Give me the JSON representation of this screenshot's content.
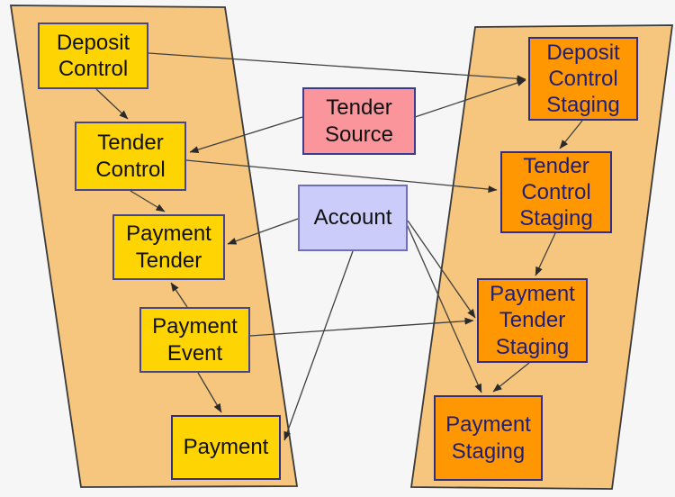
{
  "diagram": {
    "background": "#f6f6f6",
    "edge_color": "#3f3f3f",
    "arrowhead_color": "#2a2a2a",
    "groups": [
      {
        "id": "left-trapezoid",
        "fill": "#f6c67e",
        "border": "#3a3a3a"
      },
      {
        "id": "right-trapezoid",
        "fill": "#f6c67e",
        "border": "#3a3a3a"
      }
    ],
    "nodes": [
      {
        "id": "deposit-control",
        "label": "Deposit\nControl",
        "fill": "#ffd403",
        "border": "#45458c",
        "text_color": "#111111"
      },
      {
        "id": "tender-control",
        "label": "Tender\nControl",
        "fill": "#ffd403",
        "border": "#45458c",
        "text_color": "#111111"
      },
      {
        "id": "payment-tender",
        "label": "Payment\nTender",
        "fill": "#ffd403",
        "border": "#45458c",
        "text_color": "#111111"
      },
      {
        "id": "payment-event",
        "label": "Payment\nEvent",
        "fill": "#ffd403",
        "border": "#45458c",
        "text_color": "#111111"
      },
      {
        "id": "payment",
        "label": "Payment",
        "fill": "#ffd403",
        "border": "#2e2e87",
        "text_color": "#111111"
      },
      {
        "id": "tender-source",
        "label": "Tender\nSource",
        "fill": "#fa959c",
        "border": "#3c3c8e",
        "text_color": "#111111"
      },
      {
        "id": "account",
        "label": "Account",
        "fill": "#cbccf9",
        "border": "#6f6fbb",
        "text_color": "#111111"
      },
      {
        "id": "deposit-control-staging",
        "label": "Deposit\nControl\nStaging",
        "fill": "#ff9702",
        "border": "#2e2e87",
        "text_color": "#1f1f78"
      },
      {
        "id": "tender-control-staging",
        "label": "Tender\nControl\nStaging",
        "fill": "#ff9702",
        "border": "#2e2e87",
        "text_color": "#1f1f78"
      },
      {
        "id": "payment-tender-staging",
        "label": "Payment\nTender\nStaging",
        "fill": "#ff9702",
        "border": "#2e2e87",
        "text_color": "#1f1f78"
      },
      {
        "id": "payment-staging",
        "label": "Payment\nStaging",
        "fill": "#ff9702",
        "border": "#2e2e87",
        "text_color": "#1f1f78"
      }
    ],
    "edges": [
      {
        "from": "deposit-control",
        "to": "tender-control"
      },
      {
        "from": "tender-control",
        "to": "payment-tender"
      },
      {
        "from": "payment-event",
        "to": "payment-tender"
      },
      {
        "from": "payment-event",
        "to": "payment"
      },
      {
        "from": "deposit-control",
        "to": "deposit-control-staging"
      },
      {
        "from": "tender-source",
        "to": "tender-control"
      },
      {
        "from": "tender-source",
        "to": "deposit-control-staging"
      },
      {
        "from": "tender-control",
        "to": "tender-control-staging"
      },
      {
        "from": "payment-event",
        "to": "payment-tender-staging"
      },
      {
        "from": "account",
        "to": "payment-tender"
      },
      {
        "from": "account",
        "to": "payment"
      },
      {
        "from": "account",
        "to": "payment-tender-staging"
      },
      {
        "from": "account",
        "to": "payment-staging"
      },
      {
        "from": "deposit-control-staging",
        "to": "tender-control-staging"
      },
      {
        "from": "tender-control-staging",
        "to": "payment-tender-staging"
      },
      {
        "from": "payment-tender-staging",
        "to": "payment-staging"
      }
    ]
  }
}
